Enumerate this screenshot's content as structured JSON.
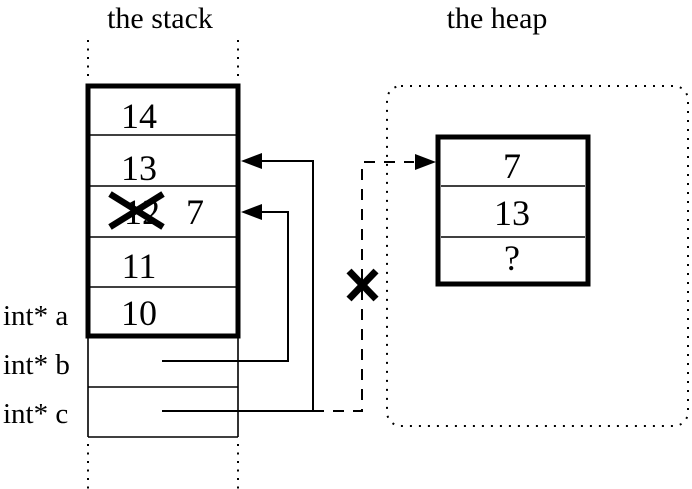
{
  "colors": {
    "ink": "#000000",
    "background": "#ffffff"
  },
  "stack": {
    "title": "the stack",
    "cells": [
      {
        "value": "14"
      },
      {
        "value": "13"
      },
      {
        "old_value": "12",
        "value": "7"
      },
      {
        "value": "11"
      },
      {
        "value": "10"
      }
    ],
    "variables": [
      {
        "label": "int* a"
      },
      {
        "label": "int* b"
      },
      {
        "label": "int* c"
      }
    ]
  },
  "heap": {
    "title": "the heap",
    "cells": [
      {
        "value": "7"
      },
      {
        "value": "13"
      },
      {
        "value": "?"
      }
    ]
  },
  "pointers": [
    {
      "name": "pointer-b",
      "style": "solid",
      "target": "stack cell with 7 (crossed-out 12)"
    },
    {
      "name": "pointer-c",
      "style": "solid",
      "target": "stack cell with 13"
    },
    {
      "name": "dangling-pointer",
      "style": "dashed",
      "target": "heap object first cell",
      "crossed_out": true
    }
  ]
}
